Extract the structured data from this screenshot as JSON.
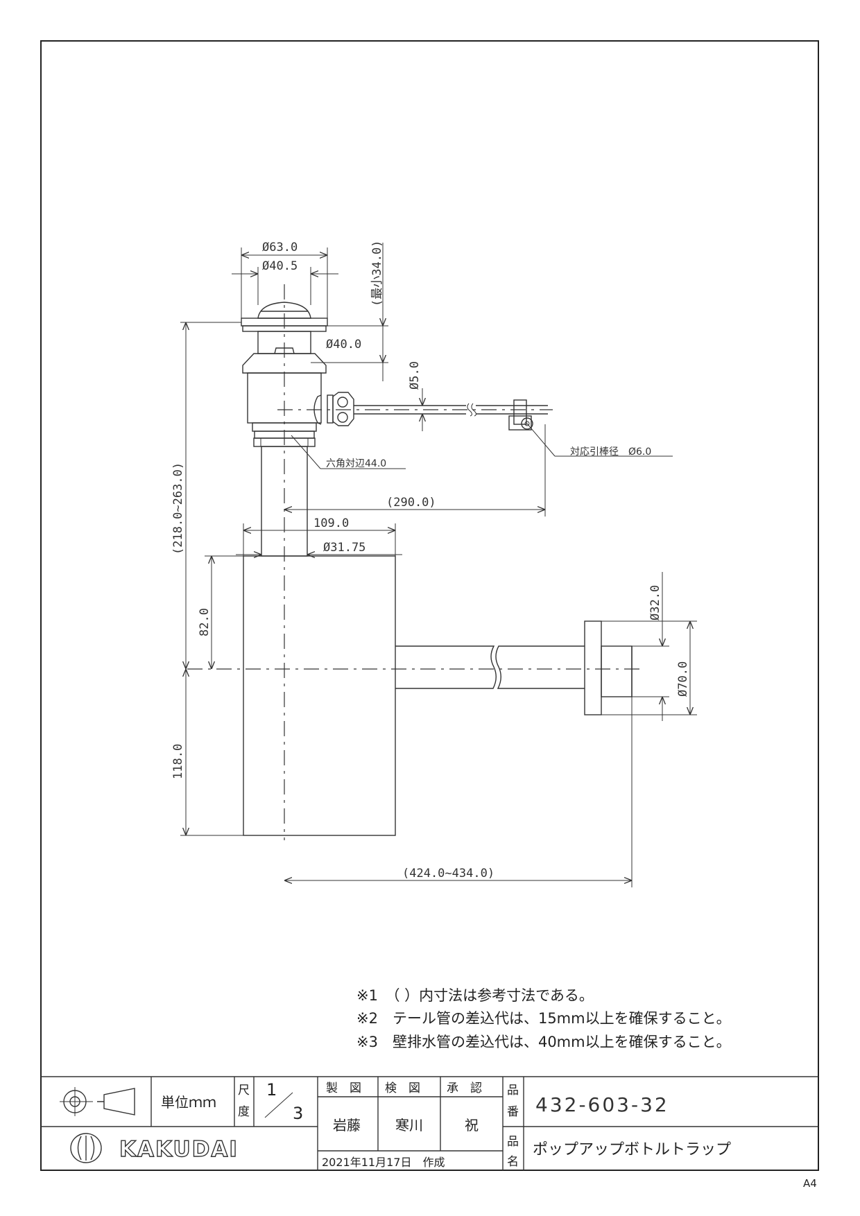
{
  "dimensions": {
    "d63": "Ø63.0",
    "d40_5": "Ø40.5",
    "min34": "(最小34.0)",
    "d40": "Ø40.0",
    "d5": "Ø5.0",
    "rod": "対応引棒径　Ø6.0",
    "hex": "六角対辺44.0",
    "len290": "(290.0)",
    "w109": "109.0",
    "d31_75": "Ø31.75",
    "h218_263": "(218.0~263.0)",
    "h82": "82.0",
    "h118": "118.0",
    "d32": "Ø32.0",
    "d70": "Ø70.0",
    "len424_434": "(424.0~434.0)"
  },
  "notes": [
    "※1　（ ）内寸法は参考寸法である。",
    "※2　テール管の差込代は、15mm以上を確保すること。",
    "※3　壁排水管の差込代は、40mm以上を確保すること。"
  ],
  "title_block": {
    "unit": "単位ｍｍ",
    "scale_label_1": "尺",
    "scale_label_2": "度",
    "scale_num": "1",
    "scale_den": "3",
    "drawn_label": "製　図",
    "checked_label": "検　図",
    "approved_label": "承　認",
    "drawn_by": "岩藤",
    "checked_by": "寒川",
    "approved_by": "祝",
    "date": "2021年11月17日　作成",
    "part_no_label_1": "品",
    "part_no_label_2": "番",
    "part_no": "432-603-32",
    "name_label_1": "品",
    "name_label_2": "名",
    "name": "ポップアップボトルトラップ",
    "brand": "KAKUDAI"
  },
  "sheet_size": "A4"
}
